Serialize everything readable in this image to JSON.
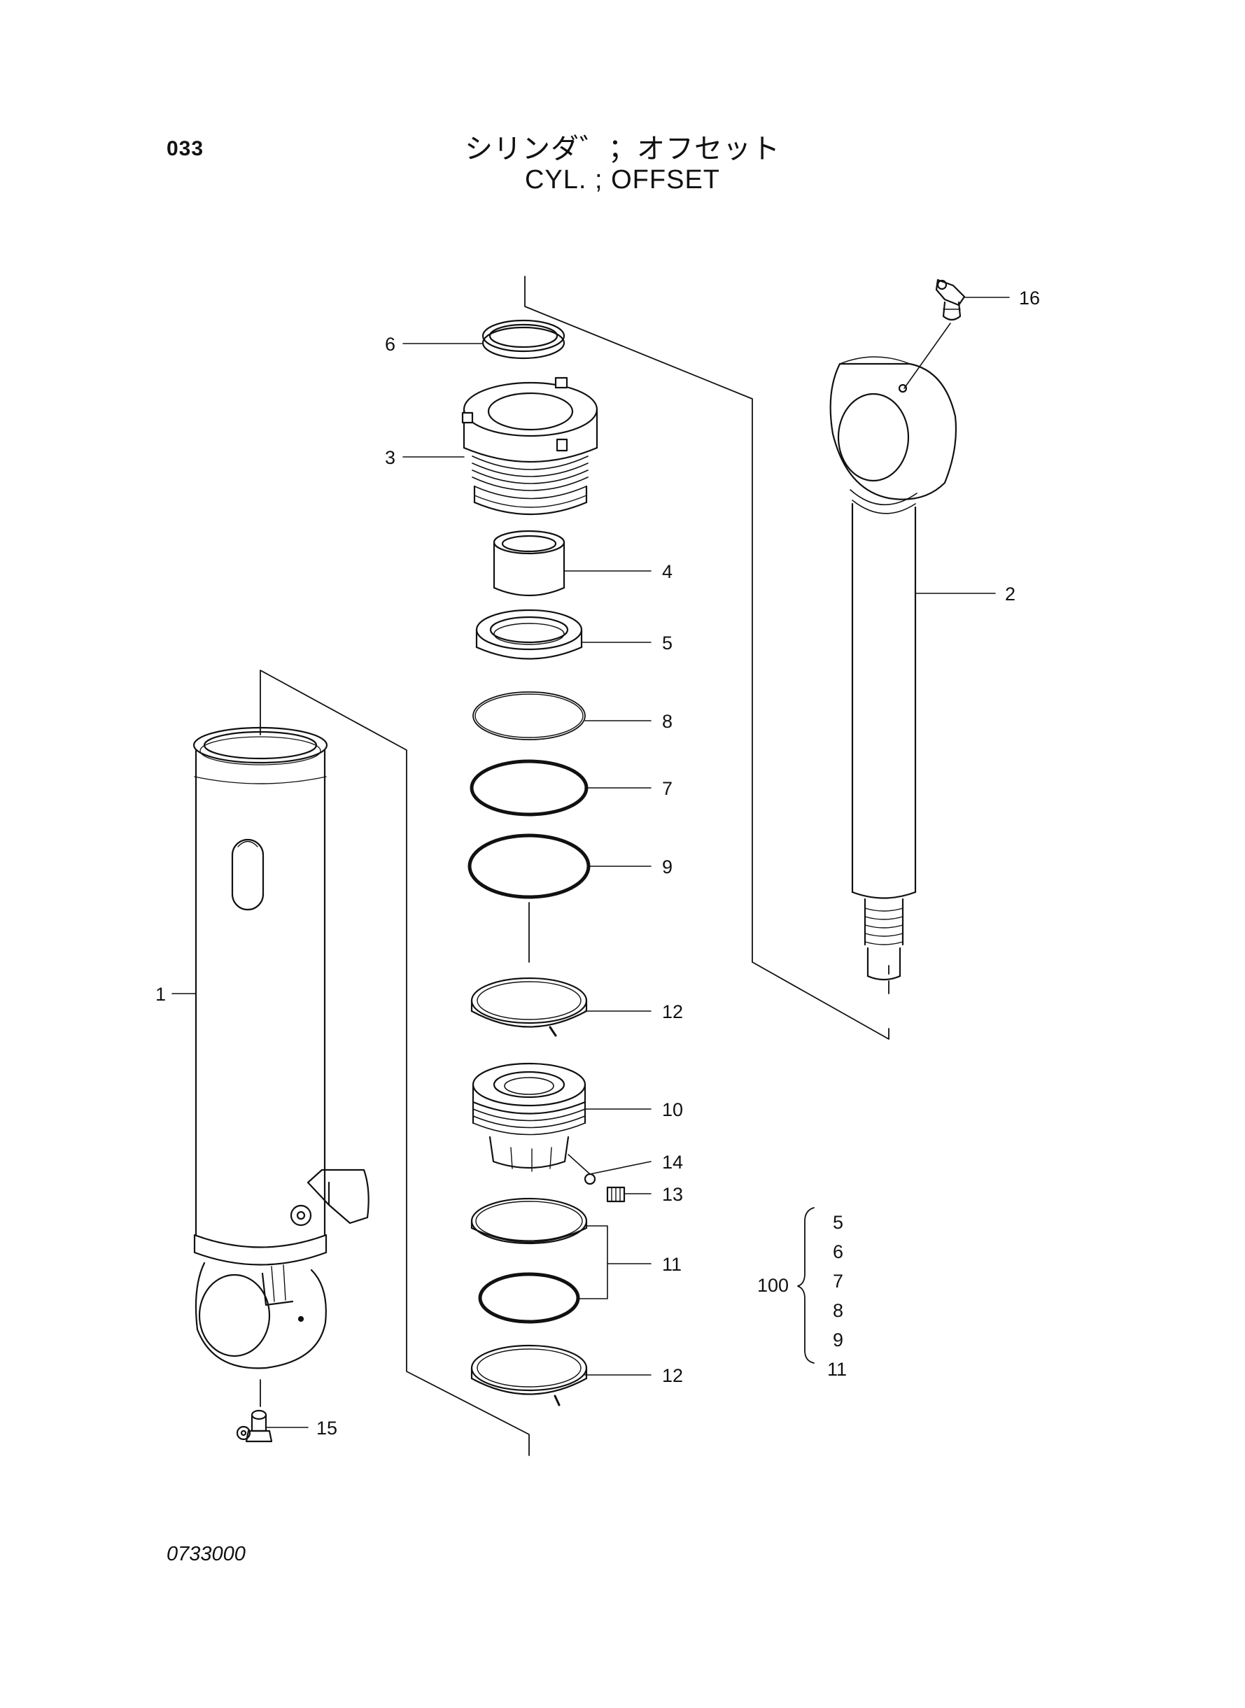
{
  "page_number": "033",
  "title_jp": "シリンダ゛；オフセット",
  "title_en": "CYL. ; OFFSET",
  "drawing_number": "0733000",
  "callouts": [
    {
      "id": "1",
      "label": "1"
    },
    {
      "id": "2",
      "label": "2"
    },
    {
      "id": "3",
      "label": "3"
    },
    {
      "id": "4",
      "label": "4"
    },
    {
      "id": "5",
      "label": "5"
    },
    {
      "id": "6",
      "label": "6"
    },
    {
      "id": "7",
      "label": "7"
    },
    {
      "id": "8",
      "label": "8"
    },
    {
      "id": "9",
      "label": "9"
    },
    {
      "id": "10",
      "label": "10"
    },
    {
      "id": "11",
      "label": "11"
    },
    {
      "id": "12a",
      "label": "12"
    },
    {
      "id": "12b",
      "label": "12"
    },
    {
      "id": "13",
      "label": "13"
    },
    {
      "id": "14",
      "label": "14"
    },
    {
      "id": "15",
      "label": "15"
    },
    {
      "id": "16",
      "label": "16"
    }
  ],
  "kit": {
    "number": "100",
    "items": [
      "5",
      "6",
      "7",
      "8",
      "9",
      "11"
    ]
  }
}
